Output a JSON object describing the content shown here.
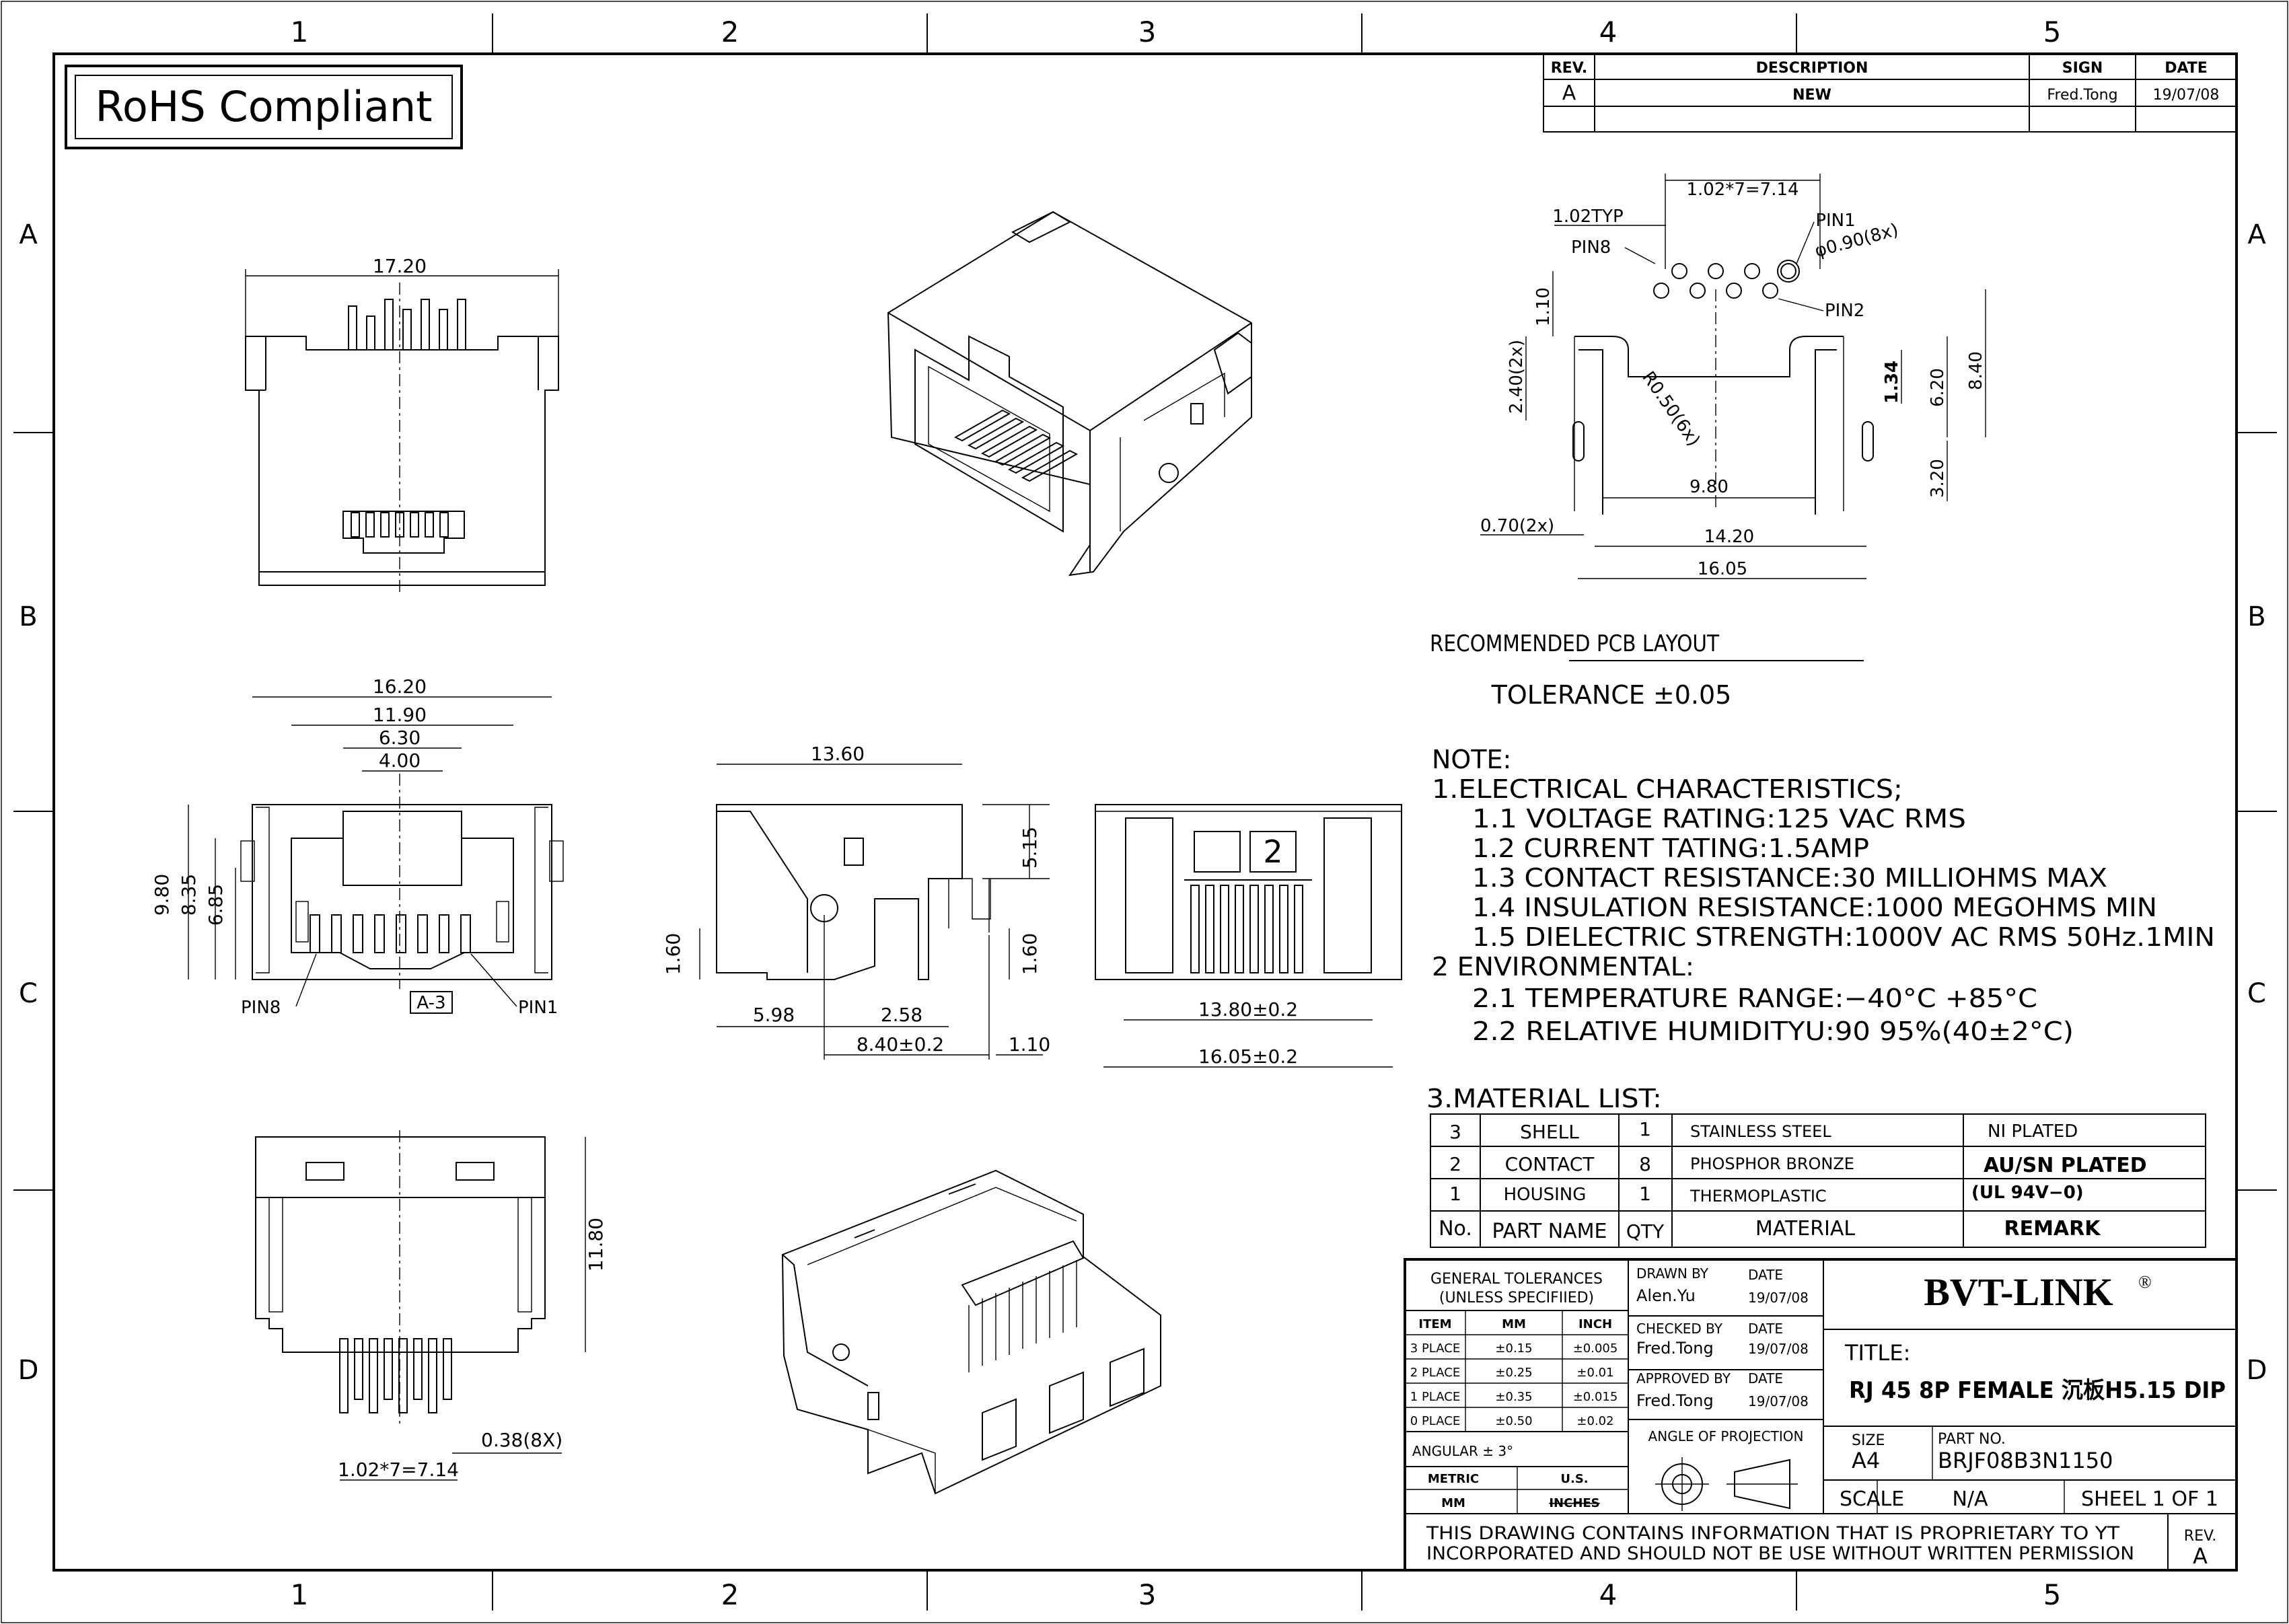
{
  "frame": {
    "columns": [
      "1",
      "2",
      "3",
      "4",
      "5"
    ],
    "rows": [
      "A",
      "B",
      "C",
      "D"
    ]
  },
  "rohs": "RoHS Compliant",
  "revision_table": {
    "headers": [
      "REV.",
      "DESCRIPTION",
      "SIGN",
      "DATE"
    ],
    "row": [
      "A",
      "NEW",
      "Fred.Tong",
      "19/07/08"
    ]
  },
  "top_front": {
    "width": "17.20"
  },
  "pcb": {
    "pin_pitch": "1.02*7=7.14",
    "typ": "1.02TYP",
    "pin1": "PIN1",
    "pin2": "PIN2",
    "pin8": "PIN8",
    "hole": "φ0.90(8x)",
    "h110": "1.10",
    "h240": "2.40(2x)",
    "r050": "R0.50(6x)",
    "h134": "1.34",
    "h620": "6.20",
    "h840": "8.40",
    "h320": "3.20",
    "w980": "9.80",
    "w070": "0.70(2x)",
    "w1420": "14.20",
    "w1605": "16.05",
    "title": "RECOMMENDED PCB LAYOUT",
    "tolerance": "TOLERANCE ±0.05"
  },
  "front": {
    "w1620": "16.20",
    "w1190": "11.90",
    "w630": "6.30",
    "w400": "4.00",
    "h980": "9.80",
    "h835": "8.35",
    "h685": "6.85",
    "pin8": "PIN8",
    "pin1": "PIN1",
    "view": "A-3"
  },
  "side": {
    "w1360": "13.60",
    "h515": "5.15",
    "h160a": "1.60",
    "h160b": "1.60",
    "w598": "5.98",
    "w258": "2.58",
    "w840": "8.40±0.2",
    "w110": "1.10"
  },
  "rear": {
    "w1380": "13.80±0.2",
    "w1605": "16.05±0.2",
    "label": "2"
  },
  "bottom": {
    "h1180": "11.80",
    "w038": "0.38(8X)",
    "pitch": "1.02*7=7.14"
  },
  "notes": {
    "title": "NOTE:",
    "lines": [
      "1.ELECTRICAL CHARACTERISTICS;",
      "1.1 VOLTAGE RATING:125 VAC RMS",
      "1.2 CURRENT TATING:1.5AMP",
      "1.3 CONTACT RESISTANCE:30 MILLIOHMS MAX",
      "1.4 INSULATION RESISTANCE:1000 MEGOHMS MIN",
      "1.5 DIELECTRIC STRENGTH:1000V AC RMS 50Hz.1MIN",
      "2 ENVIRONMENTAL:",
      "2.1 TEMPERATURE RANGE:−40°C   +85°C",
      "2.2 RELATIVE HUMIDITYU:90   95%(40±2°C)"
    ],
    "material_title": "3.MATERIAL LIST:"
  },
  "material": {
    "rows": [
      [
        "3",
        "SHELL",
        "1",
        "STAINLESS STEEL",
        "NI PLATED"
      ],
      [
        "2",
        "CONTACT",
        "8",
        "PHOSPHOR BRONZE",
        "AU/SN PLATED"
      ],
      [
        "1",
        "HOUSING",
        "1",
        "THERMOPLASTIC",
        "(UL 94V−0)"
      ]
    ],
    "header": [
      "No.",
      "PART NAME",
      "QTY",
      "MATERIAL",
      "REMARK"
    ]
  },
  "title_block": {
    "tol_title1": "GENERAL TOLERANCES",
    "tol_title2": "(UNLESS SPECIFIIED)",
    "tol_head": [
      "ITEM",
      "MM",
      "INCH"
    ],
    "tol_rows": [
      [
        "3 PLACE",
        "±0.15",
        "±0.005"
      ],
      [
        "2 PLACE",
        "±0.25",
        "±0.01"
      ],
      [
        "1 PLACE",
        "±0.35",
        "±0.015"
      ],
      [
        "0 PLACE",
        "±0.50",
        "±0.02"
      ]
    ],
    "angular": "ANGULAR ± 3°",
    "metric": "METRIC",
    "us": "U.S.",
    "mm": "MM",
    "inches": "INCHES",
    "drawn_by": "DRAWN BY",
    "drawn_name": "Alen.Yu",
    "checked_by": "CHECKED BY",
    "checked_name": "Fred.Tong",
    "approved_by": "APPROVED BY",
    "approved_name": "Fred.Tong",
    "date_label": "DATE",
    "date1": "19/07/08",
    "date2": "19/07/08",
    "date3": "19/07/08",
    "company": "BVT-LINK",
    "reg": "®",
    "title_label": "TITLE:",
    "title": "RJ 45 8P FEMALE 沉板H5.15 DIP",
    "angle": "ANGLE OF PROJECTION",
    "size_label": "SIZE",
    "size": "A4",
    "part_label": "PART NO.",
    "part": "BRJF08B3N1150",
    "scale_label": "SCALE",
    "scale": "N/A",
    "sheet": "SHEEL 1 OF 1",
    "proprietary1": "THIS DRAWING CONTAINS INFORMATION THAT IS PROPRIETARY TO YT",
    "proprietary2": "INCORPORATED AND SHOULD NOT BE USE WITHOUT WRITTEN PERMISSION",
    "rev_label": "REV.",
    "rev": "A"
  }
}
